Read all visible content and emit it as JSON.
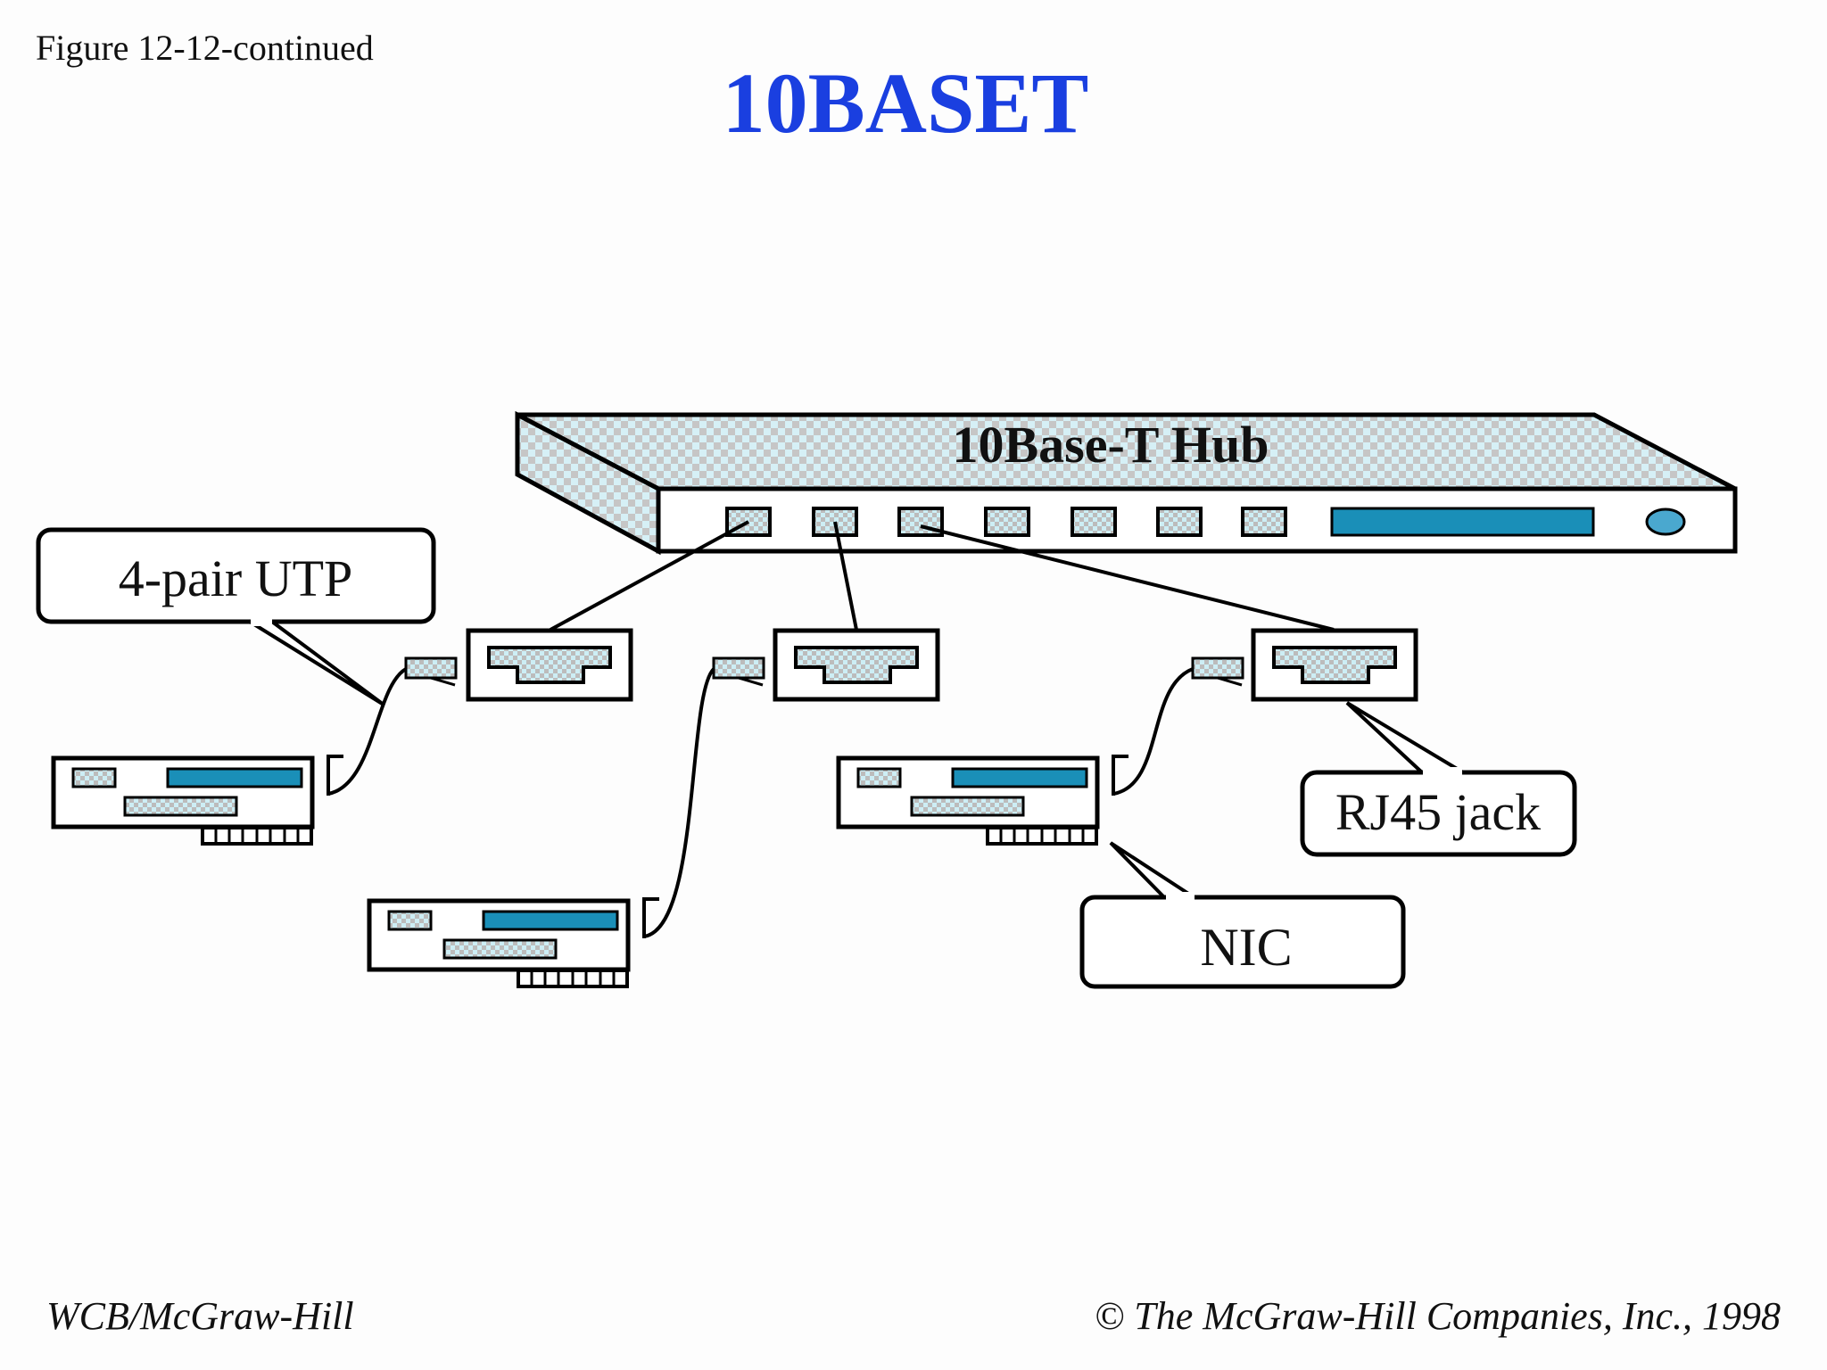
{
  "header": {
    "figure_caption": "Figure 12-12-continued",
    "title": "10BASET"
  },
  "diagram": {
    "hub_label": "10Base-T Hub",
    "callouts": {
      "utp": "4-pair UTP",
      "rj45": "RJ45 jack",
      "nic": "NIC"
    }
  },
  "footer": {
    "publisher": "WCB/McGraw-Hill",
    "copyright": "© The McGraw-Hill Companies, Inc., 1998"
  },
  "colors": {
    "title": "#1a3fe0",
    "hub_top": "#c8e8f0",
    "led_bar": "#1a8fb8",
    "port_fill": "#a8d8e8",
    "outline": "#000000"
  }
}
